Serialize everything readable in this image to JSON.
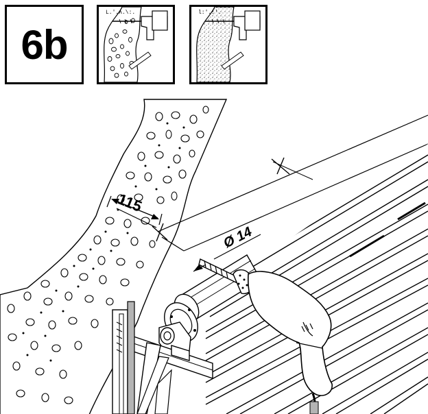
{
  "step": {
    "label": "6b"
  },
  "dimensions": {
    "depth": "115",
    "diameter": "Ø 14"
  },
  "colors": {
    "ink": "#000000",
    "paper": "#ffffff",
    "frame_gray": "#b4b4b4"
  },
  "icons": {
    "thumbnail_a": "drill-into-stone-wall-icon",
    "thumbnail_b": "drill-into-concrete-wall-icon",
    "main": "drill-with-roller-shutter-bracket-illustration"
  }
}
